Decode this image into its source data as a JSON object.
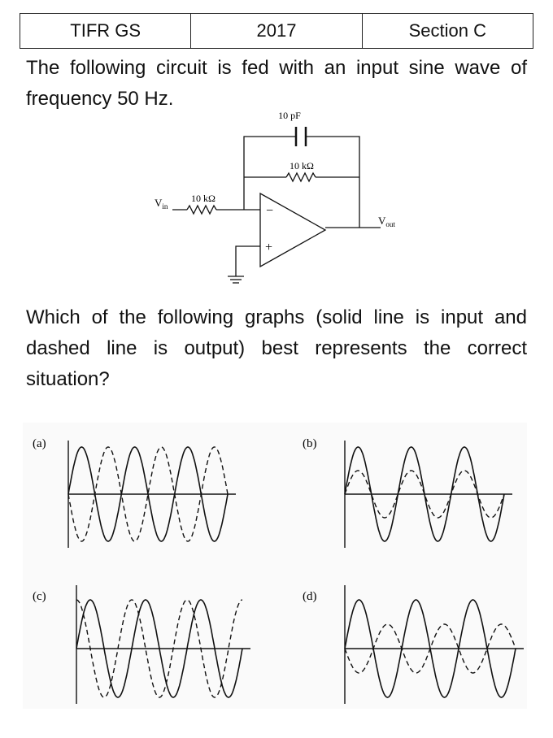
{
  "header": {
    "cells": [
      "TIFR GS",
      "2017",
      "Section C"
    ]
  },
  "question": {
    "intro": "The following circuit is fed with an input sine wave of frequency 50 Hz.",
    "prompt": "Which of the following graphs (solid line is input and dashed line is output) best represents the correct situation?"
  },
  "circuit": {
    "capacitor_label": "10 pF",
    "feedback_resistor_label": "10 kΩ",
    "input_resistor_label": "10 kΩ",
    "vin_label": "V",
    "vin_sub": "in",
    "vout_label": "V",
    "vout_sub": "out",
    "minus": "−",
    "plus": "+"
  },
  "options": [
    {
      "label": "(a)",
      "output_amplitude": 1.0,
      "output_phase_deg": 180
    },
    {
      "label": "(b)",
      "output_amplitude": 0.5,
      "output_phase_deg": 0
    },
    {
      "label": "(c)",
      "output_amplitude": 1.0,
      "output_phase_deg": 90
    },
    {
      "label": "(d)",
      "output_amplitude": 0.5,
      "output_phase_deg": 180
    }
  ]
}
